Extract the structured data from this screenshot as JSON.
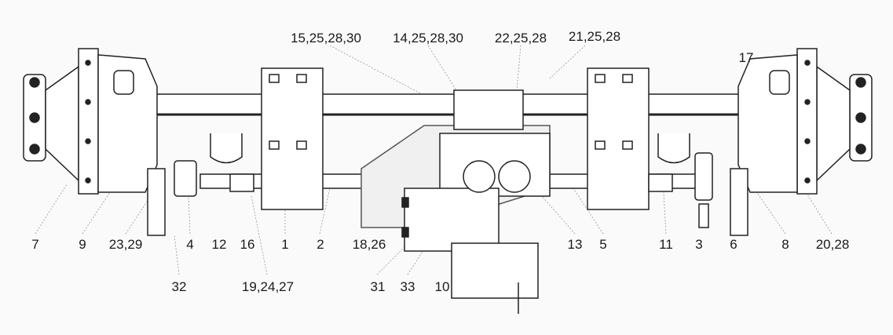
{
  "callouts": {
    "top": [
      "15,25,28,30",
      "14,25,28,30",
      "22,25,28",
      "21,25,28",
      "17"
    ],
    "bottom": [
      "7",
      "9",
      "23,29",
      "4",
      "12",
      "16",
      "1",
      "2",
      "18,26",
      "13",
      "5",
      "11",
      "3",
      "6",
      "8",
      "20,28"
    ],
    "lower": [
      "32",
      "19,24,27",
      "31",
      "33",
      "10"
    ]
  }
}
